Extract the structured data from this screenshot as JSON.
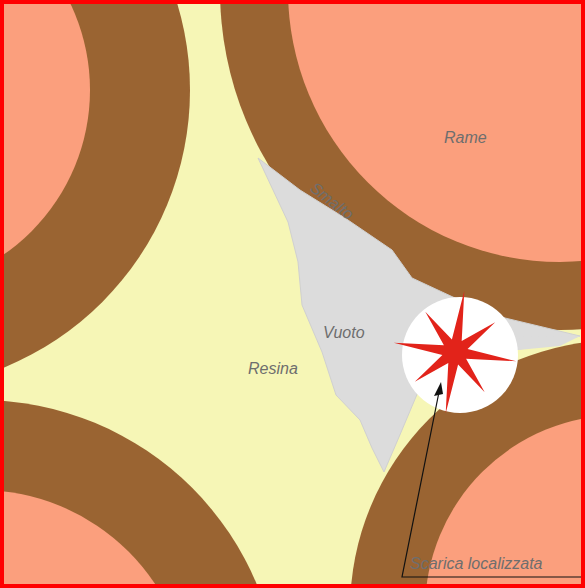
{
  "diagram": {
    "labels": [
      "Rame",
      "Smalto",
      "Vuoto",
      "Resina",
      "Scarica localizzata"
    ]
  }
}
